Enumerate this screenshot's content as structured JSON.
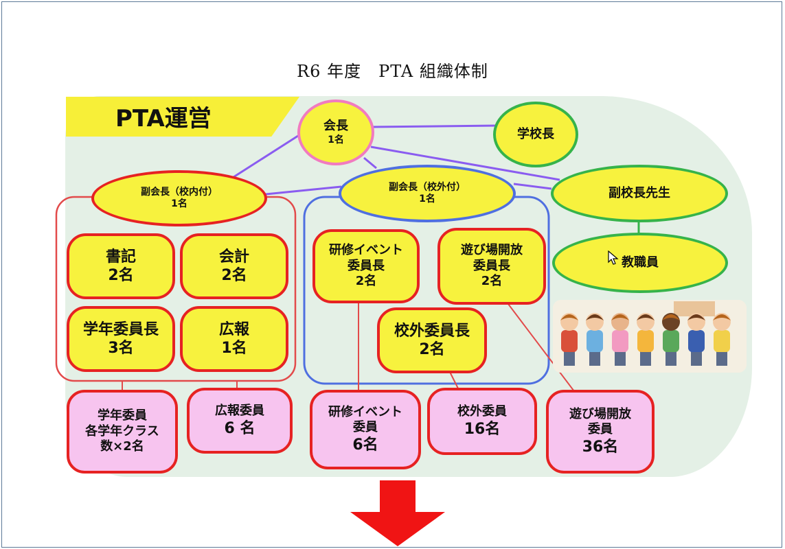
{
  "title": "R6 年度　PTA 組織体制",
  "banner": "PTA運営",
  "nodes": {
    "president": {
      "label": "会長",
      "count": "1名"
    },
    "principal": {
      "label": "学校長"
    },
    "vp_inner": {
      "label": "副会長（校内付）",
      "count": "1名"
    },
    "vp_outer": {
      "label": "副会長（校外付）",
      "count": "1名"
    },
    "vice_principal": {
      "label": "副校長先生"
    },
    "teachers": {
      "label": "教職員"
    },
    "secretary": {
      "label": "書記",
      "count": "2名"
    },
    "treasurer": {
      "label": "会計",
      "count": "2名"
    },
    "grade_chair": {
      "label": "学年委員長",
      "count": "3名"
    },
    "pr": {
      "label": "広報",
      "count": "1名"
    },
    "training_chair": {
      "label": "研修イベント",
      "label2": "委員長",
      "count": "2名"
    },
    "playground_chair": {
      "label": "遊び場開放",
      "label2": "委員長",
      "count": "2名"
    },
    "outside_chair": {
      "label": "校外委員長",
      "count": "2名"
    },
    "grade_members": {
      "label": "学年委員",
      "label2": "各学年クラス",
      "count": "数×2名"
    },
    "pr_members": {
      "label": "広報委員",
      "count": "6 名"
    },
    "training_members": {
      "label": "研修イベント",
      "label2": "委員",
      "count": "6名"
    },
    "outside_members": {
      "label": "校外委員",
      "count": "16名"
    },
    "playground_members": {
      "label": "遊び場開放",
      "label2": "委員",
      "count": "36名"
    }
  },
  "colors": {
    "node_fill": "#f7f23e",
    "member_fill": "#f7c4ef",
    "red_border": "#e62222",
    "pink_border": "#f17bbf",
    "green_border": "#36b34a",
    "purple_line": "#8a5cf0",
    "blue_group": "#4f6fe0",
    "arrow": "#f01414",
    "banner": "#f7ef38"
  },
  "decor": {
    "illustration": "children-illustration",
    "arrow": "down-arrow-icon",
    "cursor": "mouse-cursor-icon"
  }
}
